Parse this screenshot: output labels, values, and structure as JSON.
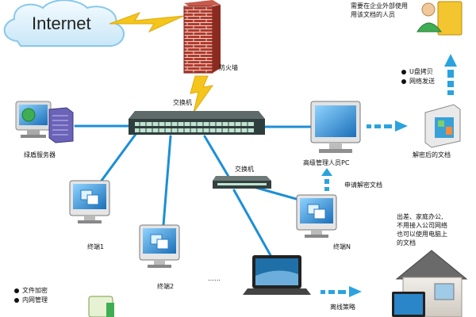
{
  "nodes": {
    "internet": "Internet",
    "firewall": "防火墙",
    "switch_main": "交换机",
    "switch_sub": "交换机",
    "green_server": "绿盾服务器",
    "senior_admin_pc": "高级管理人员PC",
    "request_decrypt": "申请解密文档",
    "decrypted_doc": "解密后的文档",
    "external_user": "需要在企业外部使用\n用该文档的人员",
    "terminal_1": "终端1",
    "terminal_2": "终端2",
    "terminal_n": "终端N",
    "ellipsis": "……",
    "offline_policy": "离线策略",
    "remote_note": "出差、家庭办公,\n不用接入公司网络\n也可以使用电脑上\n的文档"
  },
  "bullets_top": [
    "U盘拷贝",
    "网络发送"
  ],
  "bullets_bottom": [
    "文件加密",
    "内网管理"
  ],
  "colors": {
    "link": "#1b8fd6",
    "arrow": "#2aa3df",
    "lightning": "#f4c51b",
    "brick": "#b23a2e",
    "switch": "#2f3d3c",
    "cloud": "#dff1fb"
  }
}
